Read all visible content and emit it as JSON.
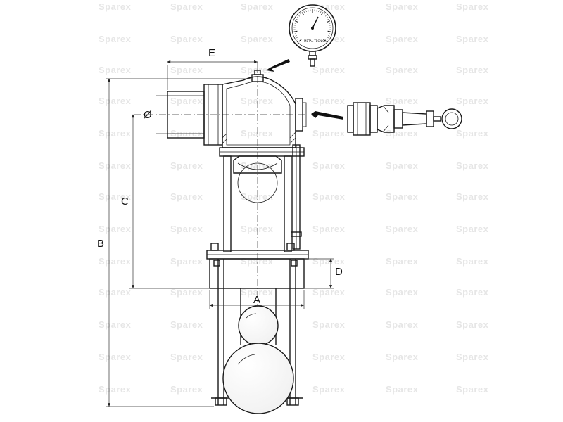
{
  "watermark": {
    "text": "Sparex"
  },
  "dimensions": {
    "A": "A",
    "B": "B",
    "C": "C",
    "D": "D",
    "E": "E",
    "diameter": "Ø"
  },
  "gauge": {
    "brand": "METAL TECNICA"
  },
  "colors": {
    "line": "#1a1a1a",
    "watermark": "#e6e6e6",
    "background": "#ffffff"
  }
}
